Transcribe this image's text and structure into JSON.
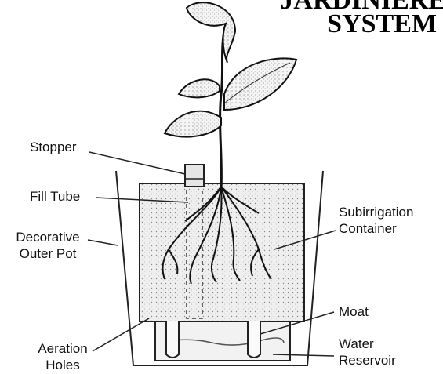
{
  "title": {
    "line1": "JARDINIERE",
    "line2": "SYSTEM"
  },
  "labels": {
    "stopper": "Stopper",
    "fill_tube": "Fill Tube",
    "decorative_outer_pot_line1": "Decorative",
    "decorative_outer_pot_line2": "Outer Pot",
    "subirrigation_container_line1": "Subirrigation",
    "subirrigation_container_line2": "Container",
    "moat": "Moat",
    "aeration_holes_line1": "Aeration",
    "aeration_holes_line2": "Holes",
    "water_reservoir_line1": "Water",
    "water_reservoir_line2": "Reservoir"
  }
}
